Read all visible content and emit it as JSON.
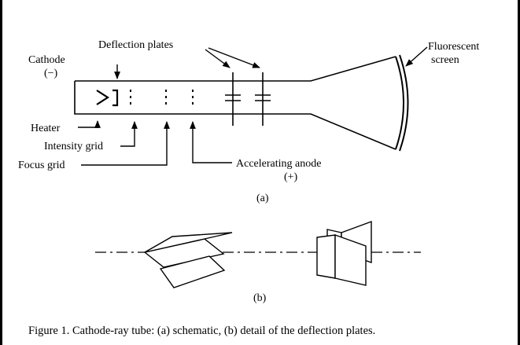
{
  "labels": {
    "deflection_plates": "Deflection plates",
    "fluorescent": "Fluorescent",
    "screen": "screen",
    "cathode": "Cathode",
    "cathode_sign": "(−)",
    "heater": "Heater",
    "intensity_grid": "Intensity grid",
    "focus_grid": "Focus grid",
    "accelerating_anode": "Accelerating anode",
    "anode_sign": "(+)",
    "part_a": "(a)",
    "part_b": "(b)"
  },
  "caption": "Figure 1.  Cathode-ray tube: (a) schematic, (b) detail of the deflection plates.",
  "colors": {
    "ink": "#000000",
    "background": "#ffffff"
  }
}
